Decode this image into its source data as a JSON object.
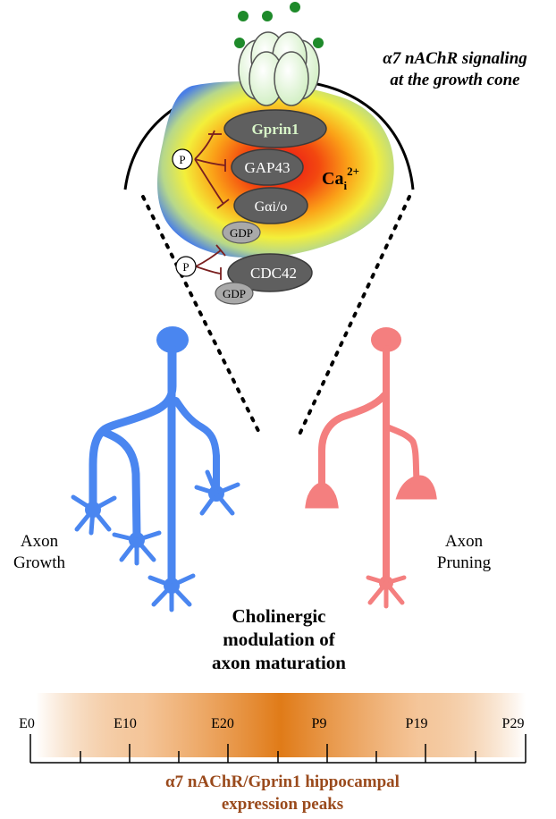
{
  "title": {
    "line1": "α7 nAChR signaling",
    "line2": "at the growth cone"
  },
  "proteins": {
    "gprin1": "Gprin1",
    "gap43": "GAP43",
    "galpha": "Gαi/o",
    "gdp1": "GDP",
    "cdc42": "CDC42",
    "gdp2": "GDP",
    "p1": "P",
    "p2": "P"
  },
  "calcium": {
    "base": "Ca",
    "sub": "i",
    "sup": "2+"
  },
  "labels": {
    "growth_line1": "Axon",
    "growth_line2": "Growth",
    "pruning_line1": "Axon",
    "pruning_line2": "Pruning"
  },
  "center_text": {
    "line1": "Cholinergic",
    "line2": "modulation of",
    "line3": "axon maturation"
  },
  "timeline": {
    "ticks": [
      "E0",
      "E10",
      "E20",
      "P9",
      "P19",
      "P29"
    ],
    "caption_line1": "α7 nAChR/Gprin1 hippocampal",
    "caption_line2": "expression peaks"
  },
  "colors": {
    "growth": "#4a86f0",
    "pruning": "#f47f7f",
    "protein": "#5f5f5f",
    "gprin_text": "#d8f5c8",
    "receptor": "#e2f6d6",
    "ligand": "#1e8a2a",
    "timeline_peak": "#e07b18",
    "caption": "#9a4a1c",
    "inhibit": "#7a1f1f"
  }
}
